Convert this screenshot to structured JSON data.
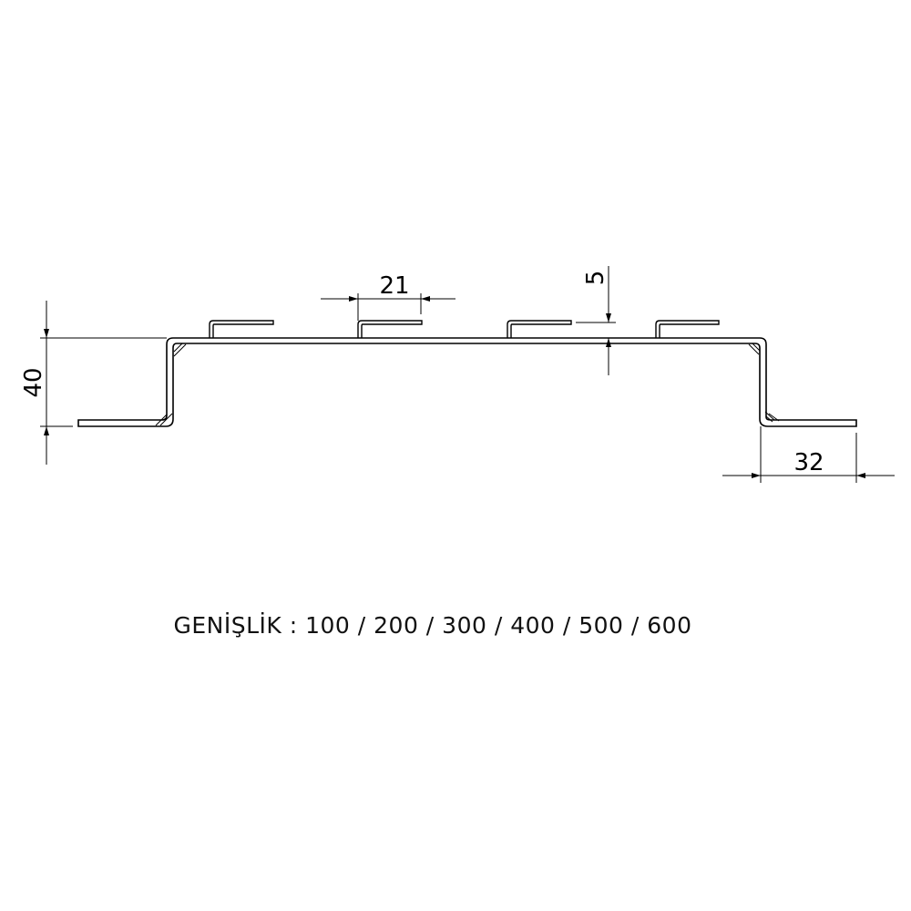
{
  "drawing": {
    "dimensions": {
      "height": "40",
      "clip_width": "21",
      "clip_height": "5",
      "flange_width": "32"
    },
    "caption": "GENİŞLİK : 100 / 200 / 300 / 400 / 500 / 600",
    "line_color": "#000000"
  }
}
